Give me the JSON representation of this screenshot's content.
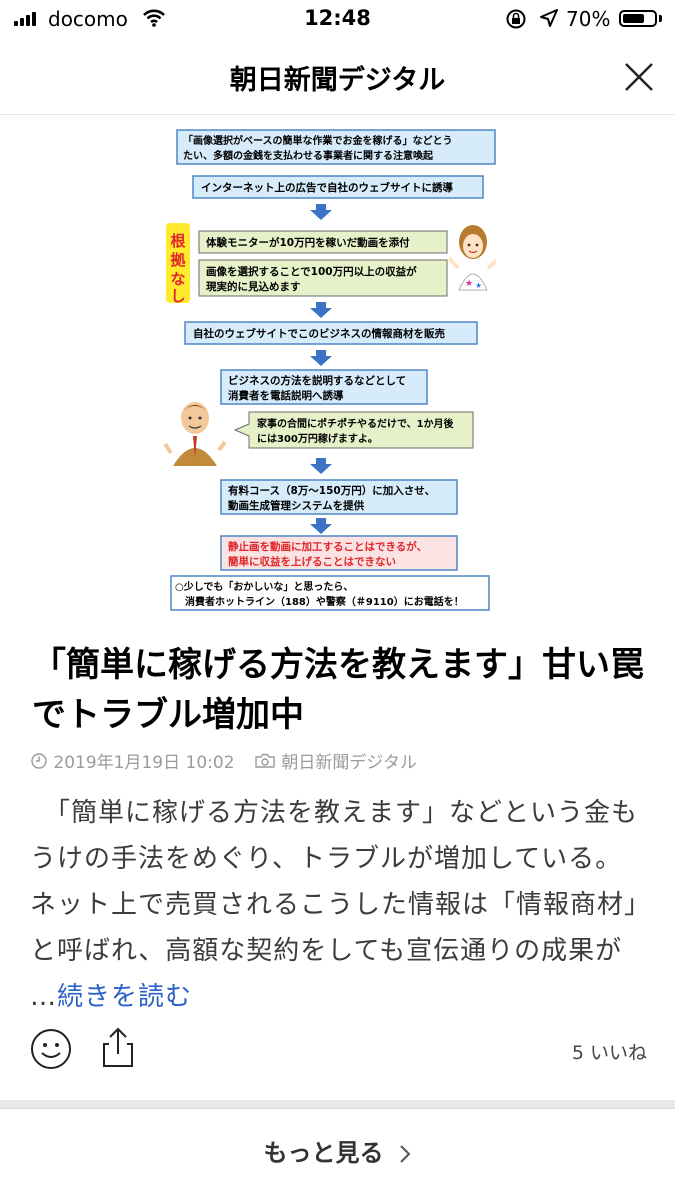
{
  "status_bar": {
    "carrier": "docomo",
    "time": "12:48",
    "battery": "70%",
    "battery_level": 0.7
  },
  "header": {
    "title": "朝日新聞デジタル"
  },
  "figure": {
    "box1_line1": "「画像選択がベースの簡単な作業でお金を稼げる」などとう",
    "box1_line2": "たい、多額の金銭を支払わせる事業者に関する注意喚起",
    "box2": "インターネット上の広告で自社のウェブサイトに誘導",
    "tag": "根拠なし",
    "box3": "体験モニターが10万円を稼いだ動画を添付",
    "box4_line1": "画像を選択することで100万円以上の収益が",
    "box4_line2": "現実的に見込めます",
    "box5": "自社のウェブサイトでこのビジネスの情報商材を販売",
    "box6_line1": "ビジネスの方法を説明するなどとして",
    "box6_line2": "消費者を電話説明へ誘導",
    "box7_line1": "家事の合間にポチポチやるだけで、1か月後",
    "box7_line2": "には300万円稼げますよ。",
    "box8_line1": "有料コース（8万～150万円）に加入させ、",
    "box8_line2": "動画生成管理システムを提供",
    "box9_line1": "静止画を動画に加工することはできるが、",
    "box9_line2": "簡単に収益を上げることはできない",
    "box10_line1": "○少しでも「おかしいな」と思ったら、",
    "box10_line2": "消費者ホットライン（188）や警察（＃9110）にお電話を！"
  },
  "article": {
    "headline": "「簡単に稼げる方法を教えます」甘い罠でトラブル増加中",
    "date": "2019年1月19日 10:02",
    "source": "朝日新聞デジタル",
    "body": "　「簡単に稼げる方法を教えます」などという金もうけの手法をめぐり、トラブルが増加している。ネット上で売買されるこうした情報は「情報商材」と呼ばれ、高額な契約をしても宣伝通りの成果が …",
    "more_link": "続きを読む"
  },
  "actions": {
    "likes": "5 いいね"
  },
  "footer": {
    "more_button": "もっと見る"
  },
  "colors": {
    "link": "#2b61c8",
    "box_blue_bg": "#d6ecfb",
    "box_green_bg": "#e6f0c9",
    "box_blue_border": "#4f86c6",
    "warning_text": "#e0262a",
    "tag_bg": "#ffea2e"
  }
}
